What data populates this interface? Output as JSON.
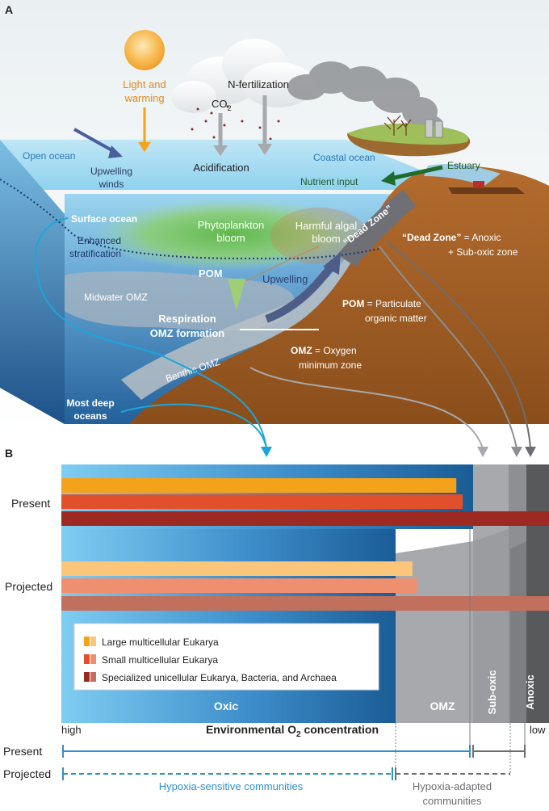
{
  "panel_a": {
    "letter": "A",
    "labels": {
      "light": [
        "Light and",
        "warming"
      ],
      "n_fert": "N-fertilization",
      "co2": "CO",
      "co2_sub": "2",
      "acidification": "Acidification",
      "open_ocean": "Open ocean",
      "upwelling_winds": [
        "Upwelling",
        "winds"
      ],
      "coastal_ocean": "Coastal ocean",
      "estuary": "Estuary",
      "nutrient_input": "Nutrient input",
      "surface_ocean": "Surface ocean",
      "phyto": [
        "Phytoplankton",
        "bloom"
      ],
      "hab": [
        "Harmful algal",
        "bloom"
      ],
      "dead_zone_band": "“Dead Zone”",
      "strat": [
        "Enhanced",
        "stratification"
      ],
      "pom": "POM",
      "upwelling": "Upwelling",
      "midwater_omz": "Midwater OMZ",
      "respiration": [
        "Respiration",
        "OMZ formation"
      ],
      "benthic_omz": "Benthic OMZ",
      "deep_oceans": [
        "Most deep",
        "oceans"
      ]
    },
    "definitions": {
      "dz_term": "“Dead Zone”",
      "dz_def": [
        " = Anoxic",
        "+ Sub-oxic zone"
      ],
      "pom_term": "POM",
      "pom_def": [
        " = Particulate",
        "organic matter"
      ],
      "omz_term": "OMZ",
      "omz_def": [
        " = Oxygen",
        "minimum zone"
      ]
    }
  },
  "panel_b": {
    "letter": "B",
    "row_labels": {
      "present": "Present",
      "projected": "Projected"
    },
    "legend": [
      {
        "label": "Large multicellular Eukarya",
        "color_dark": "#f5a21b",
        "color_light": "#fbc57a"
      },
      {
        "label": "Small multicellular Eukarya",
        "color_dark": "#e0512b",
        "color_light": "#ee9070"
      },
      {
        "label": "Specialized unicellular Eukarya, Bacteria, and Archaea",
        "color_dark": "#9c2a22",
        "color_light": "#c0705c"
      }
    ],
    "zones": {
      "oxic": "Oxic",
      "omz": "OMZ",
      "suboxic": "Sub-oxic",
      "anoxic": "Anoxic"
    },
    "axis": {
      "high": "high",
      "low": "low",
      "title": "Environmental O",
      "title_sub": "2",
      "title_end": " concentration"
    },
    "present_extent": {
      "large": 0.81,
      "small": 0.823,
      "unicellular": 1.0
    },
    "projected_extent": {
      "large": 0.72,
      "small": 0.73,
      "unicellular": 1.0
    },
    "timeline": {
      "present": "Present",
      "projected": "Projected",
      "sensitive": "Hypoxia-sensitive communities",
      "adapted": [
        "Hypoxia-adapted",
        "communities"
      ]
    }
  },
  "colors": {
    "ocean_dark": "#1f5f96",
    "ocean_light": "#7ecbef",
    "land": "#9a5a22",
    "omz_grey": "#a7a9ac",
    "suboxic_grey": "#8d8f92",
    "anoxic_grey": "#58595b",
    "cyan_arrow": "#1ba6d9"
  }
}
